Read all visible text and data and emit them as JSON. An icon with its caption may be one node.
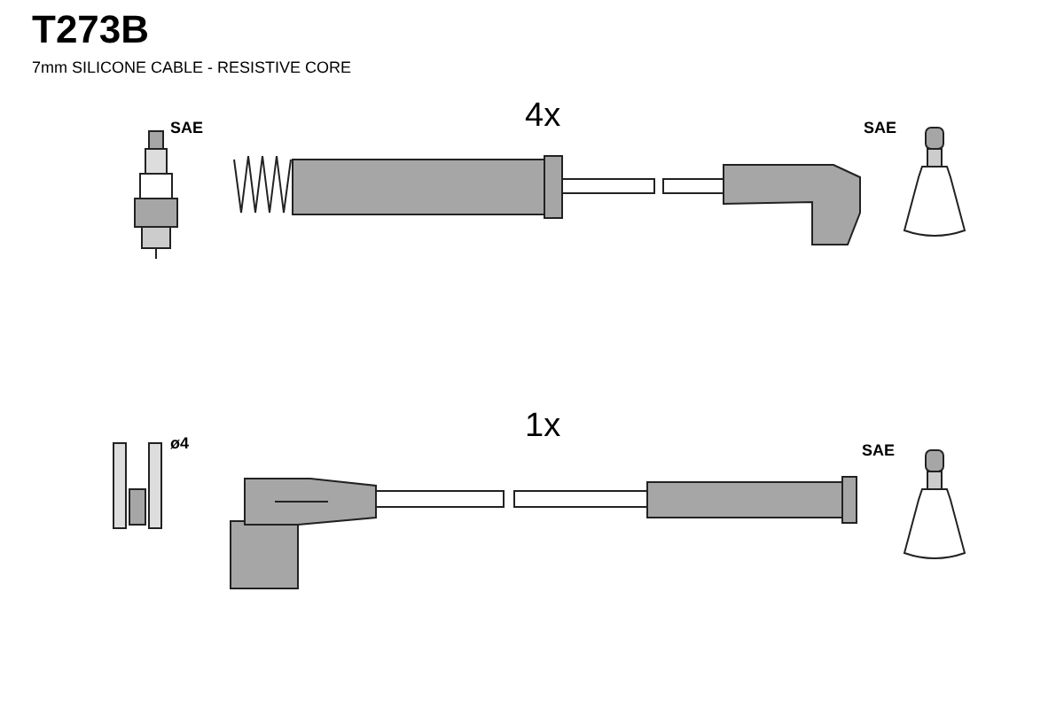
{
  "diagram": {
    "title": "T273B",
    "labels": [
      "7mm SILICONE CABLE - RESISTIVE CORE",
      "SAE",
      "4x",
      "SAE",
      "ø4",
      "1x",
      "SAE"
    ]
  }
}
